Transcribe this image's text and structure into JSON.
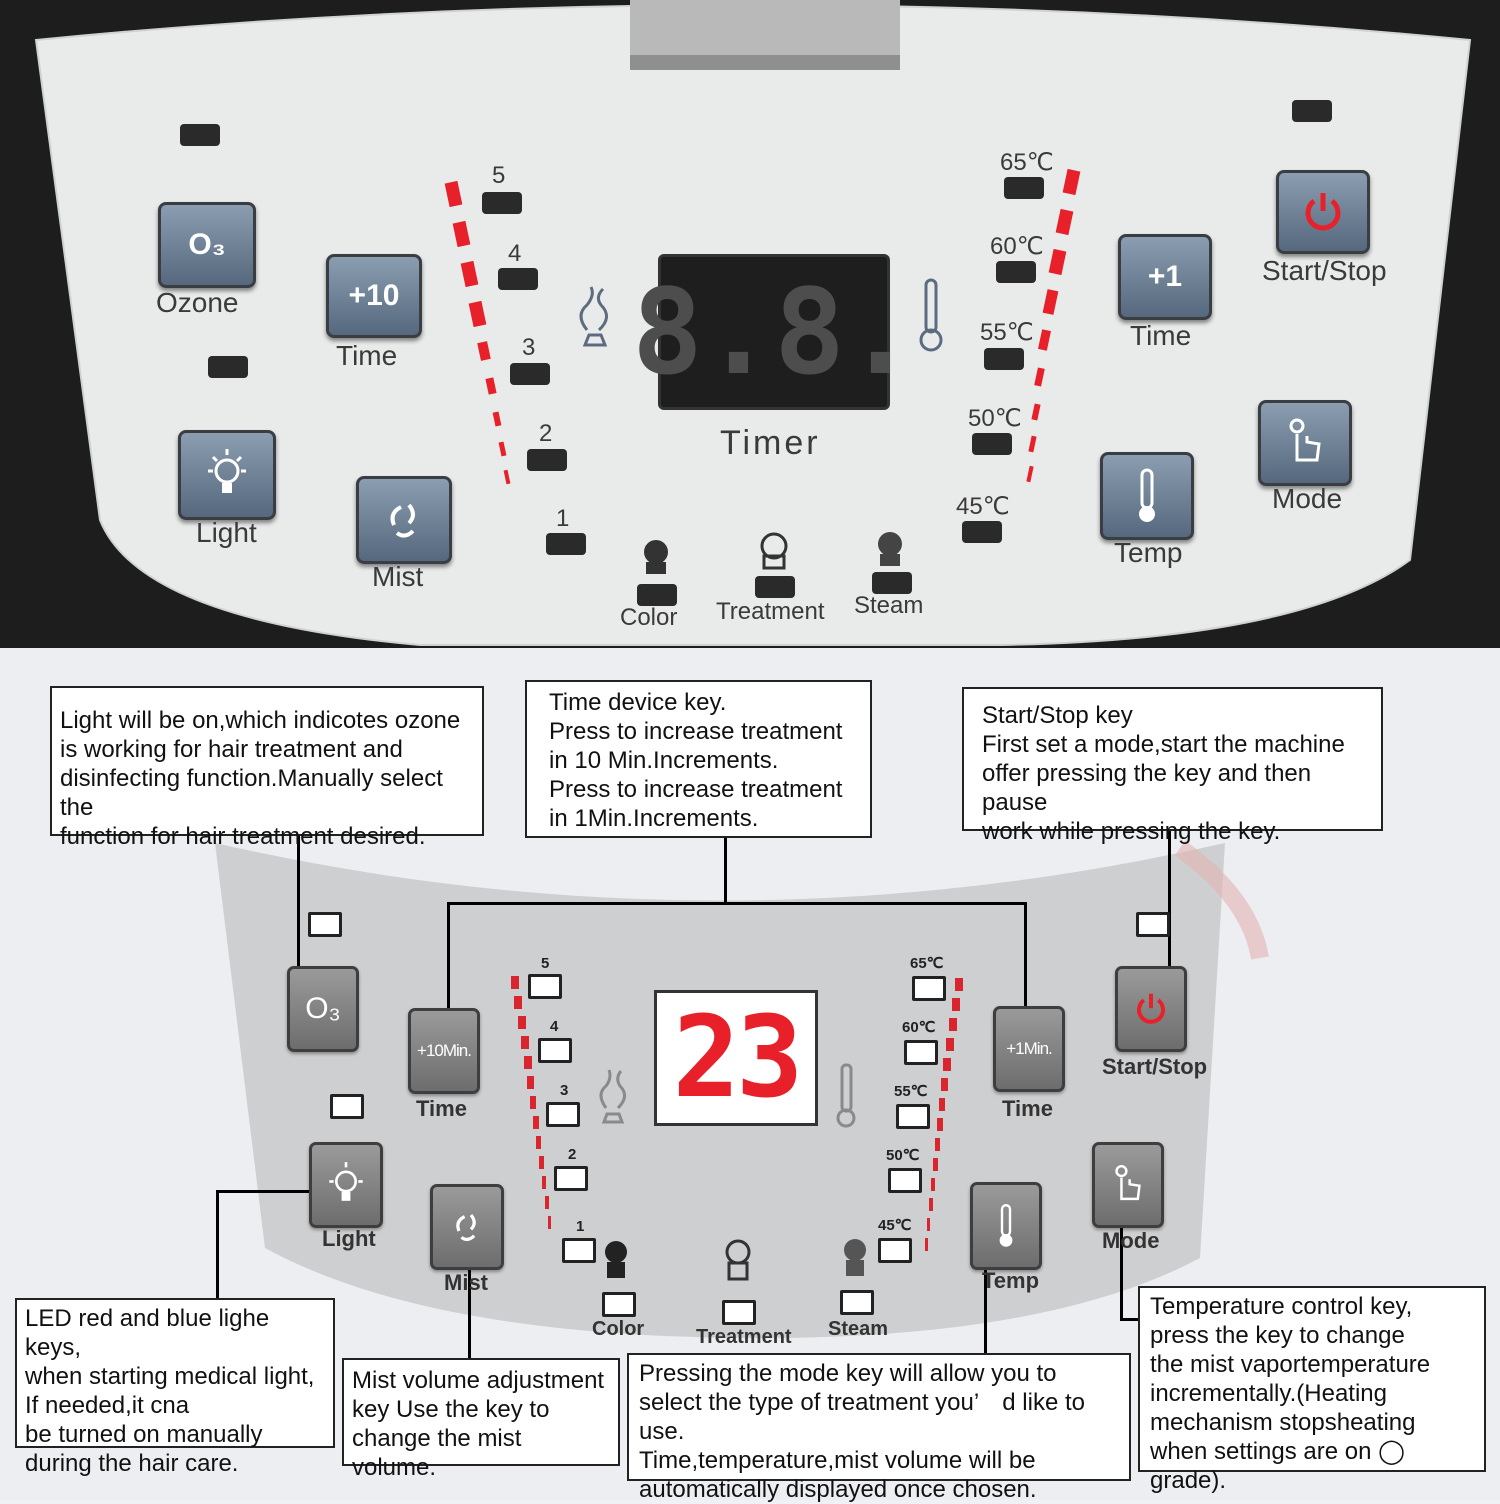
{
  "photo": {
    "ozone_key": "O₃",
    "ozone_label": "Ozone",
    "time10_key": "+10",
    "time10_label": "Time",
    "light_label": "Light",
    "mist_label": "Mist",
    "levels": [
      "5",
      "4",
      "3",
      "2",
      "1"
    ],
    "display": "8.8.",
    "display_label": "Timer",
    "temps": [
      "65℃",
      "60℃",
      "55℃",
      "50℃",
      "45℃"
    ],
    "time1_key": "+1",
    "time1_label": "Time",
    "startstop_label": "Start/Stop",
    "temp_label": "Temp",
    "mode_label": "Mode",
    "modes": [
      "Color",
      "Treatment",
      "Steam"
    ]
  },
  "diagram": {
    "ozone_key": "O₃",
    "time10_key": "+10Min.",
    "time10_label": "Time",
    "light_label": "Light",
    "mist_label": "Mist",
    "levels": [
      "5",
      "4",
      "3",
      "2",
      "1"
    ],
    "display": "23",
    "temps": [
      "65℃",
      "60℃",
      "55℃",
      "50℃",
      "45℃"
    ],
    "time1_key": "+1Min.",
    "time1_label": "Time",
    "startstop_label": "Start/Stop",
    "temp_label": "Temp",
    "mode_label": "Mode",
    "modes": [
      "Color",
      "Treatment",
      "Steam"
    ]
  },
  "callouts": {
    "ozone": [
      "Light will be on,which indicotes ozone",
      "is working for hair treatment and",
      "disinfecting function.Manually select the",
      "function for hair treatment desired."
    ],
    "time": [
      "Time device key.",
      "Press to increase treatment",
      "in 10 Min.Increments.",
      "Press to increase treatment",
      "in 1Min.Increments."
    ],
    "startstop": [
      "Start/Stop key",
      "First set a mode,start the machine",
      "offer pressing the key and then pause",
      "work while pressing the key."
    ],
    "light": [
      "LED red and blue lighe keys,",
      "when starting medical light,",
      "If needed,it cna",
      "be turned on manually",
      "during the hair care."
    ],
    "mist": [
      "Mist volume adjustment",
      "key Use the key to",
      "change the mist volume."
    ],
    "mode": [
      "Pressing the mode key will allow you to",
      "select the type of treatment you’　d like to use.",
      "Time,temperature,mist volume will be",
      "automatically displayed once chosen."
    ],
    "temp": [
      "Temperature control key,",
      "press the key to change",
      "the mist vaportemperature",
      "incrementally.(Heating",
      "mechanism stopsheating",
      "when settings are on ◯ grade)."
    ]
  },
  "colors": {
    "accent_red": "#e8202a",
    "key_blue": "#6c7f94",
    "panel": "#ececec"
  }
}
